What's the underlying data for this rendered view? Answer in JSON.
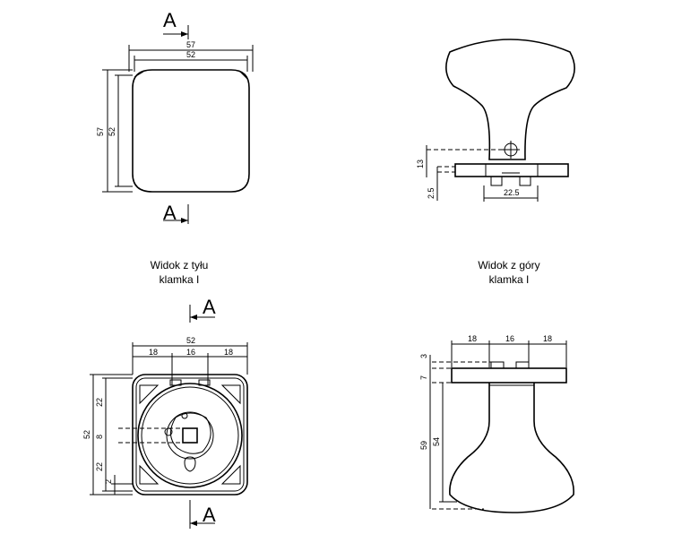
{
  "captions": {
    "back_view": {
      "line1": "Widok z tyłu",
      "line2": "klamka I"
    },
    "top_view": {
      "line1": "Widok z góry",
      "line2": "klamka I"
    }
  },
  "section_marks": {
    "a": "A"
  },
  "dimensions": {
    "d57": "57",
    "d52": "52",
    "d13": "13",
    "d25": "2.5",
    "d225": "22.5",
    "d18": "18",
    "d16": "16",
    "d22": "22",
    "d8": "8",
    "d2": "2",
    "d3": "3",
    "d7": "7",
    "d59": "59",
    "d54": "54"
  }
}
